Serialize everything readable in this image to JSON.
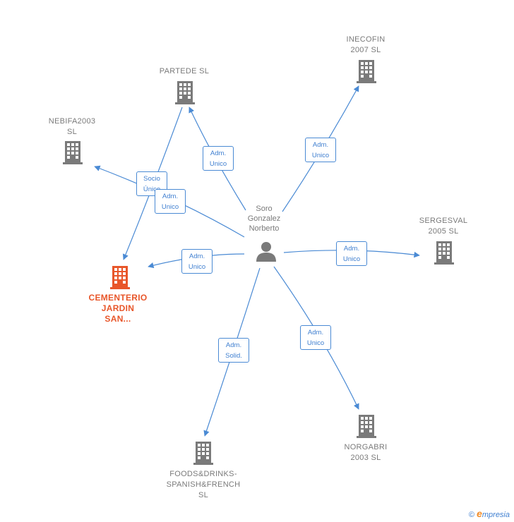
{
  "center": {
    "label": "Soro\nGonzalez\nNorberto"
  },
  "nodes": {
    "inecofin": "INECOFIN\n2007  SL",
    "partede": "PARTEDE  SL",
    "nebifa": "NEBIFA2003\nSL",
    "sergesval": "SERGESVAL\n2005  SL",
    "cementerio": "CEMENTERIO\nJARDIN\nSAN...",
    "foods": "FOODS&DRINKS-\nSPANISH&FRENCH\nSL",
    "norgabri": "NORGABRI\n2003  SL"
  },
  "edges": {
    "partede": "Adm.\nUnico",
    "inecofin": "Adm.\nUnico",
    "partede_cementerio": "Socio\nÚnico",
    "nebifa": "Adm.\nUnico",
    "cementerio": "Adm.\nUnico",
    "sergesval": "Adm.\nUnico",
    "norgabri": "Adm.\nUnico",
    "foods": "Adm.\nSolid."
  },
  "footer": {
    "copyright": "©",
    "brand_initial": "e",
    "brand_rest": "mpresia"
  },
  "colors": {
    "edge": "#4a8ad4",
    "node": "#7a7a7a",
    "main_node": "#e8562a"
  }
}
